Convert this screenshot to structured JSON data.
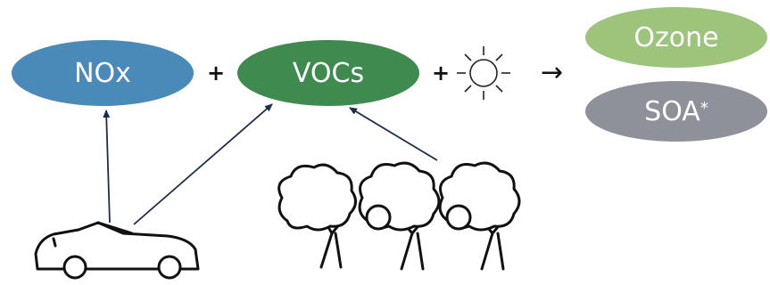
{
  "species": {
    "nox": {
      "label": "NOx",
      "color": "#4a8ab8"
    },
    "vocs": {
      "label": "VOCs",
      "color": "#3f8a4f"
    },
    "ozone": {
      "label": "Ozone",
      "color": "#9cc47a"
    },
    "soa": {
      "label": "SOA",
      "superscript": "*",
      "color": "#8e9199"
    }
  },
  "operators": {
    "plus": "+",
    "yields": "→"
  },
  "icons": {
    "sunlight": "sun-icon",
    "vehicle": "car-icon",
    "vegetation": "trees-icon"
  },
  "arrow_color": "#1f2d4a"
}
